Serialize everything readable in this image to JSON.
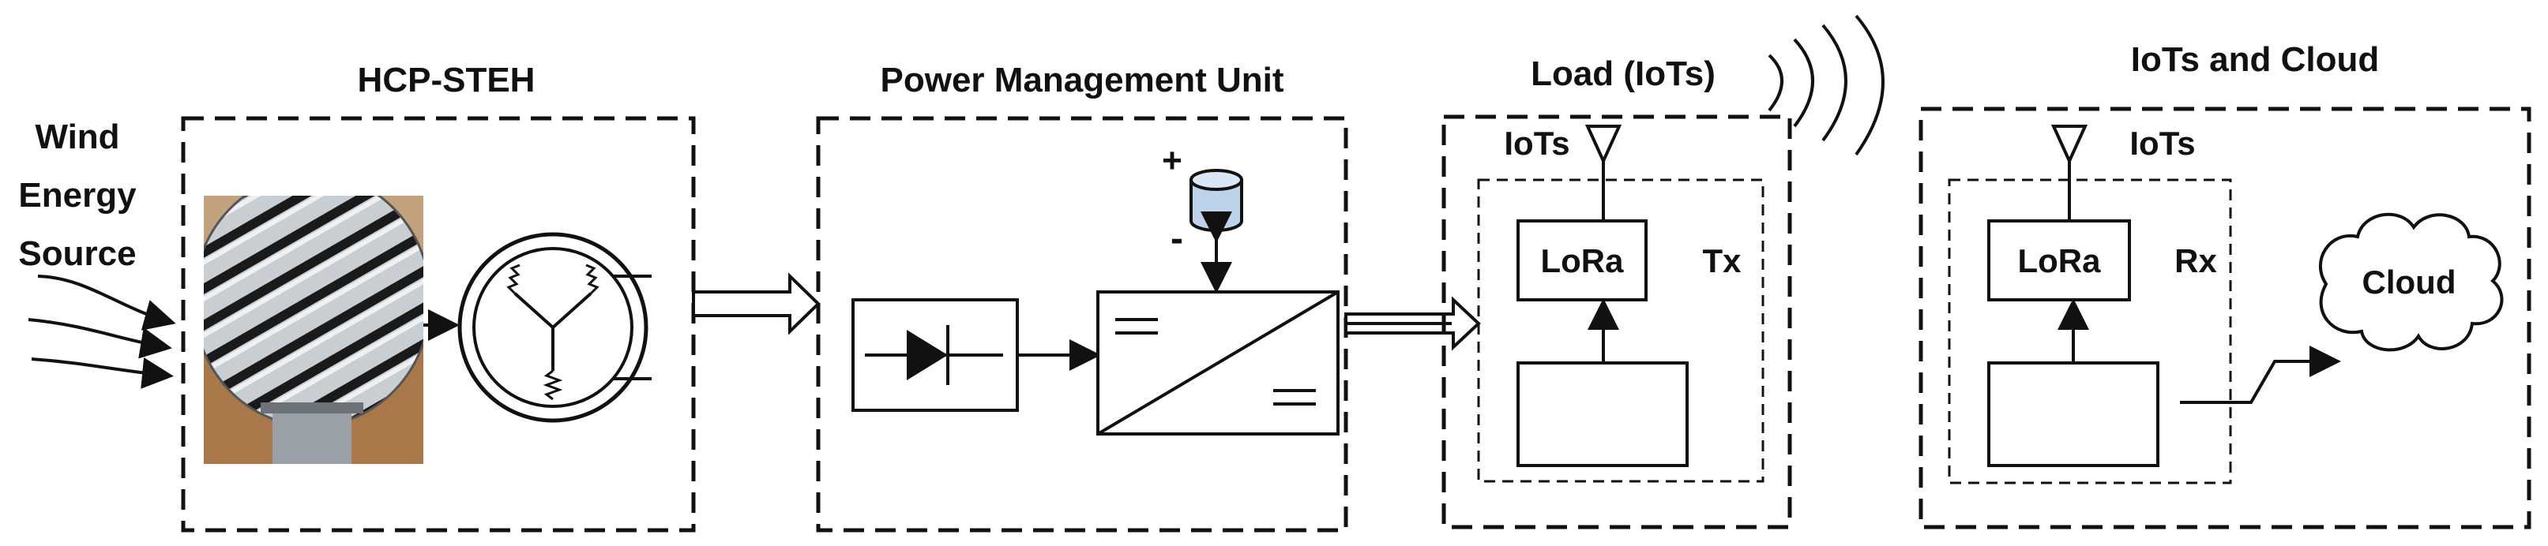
{
  "labels": {
    "wind_line1": "Wind",
    "wind_line2": "Energy",
    "wind_line3": "Source",
    "hcp_title": "HCP-STEH",
    "pmu_title": "Power Management Unit",
    "plus": "+",
    "minus": "-",
    "load_title": "Load (IoTs)",
    "load_iots": "IoTs",
    "load_lora": "LoRa",
    "load_tx": "Tx",
    "cloud_title": "IoTs and Cloud",
    "cloud_iots": "IoTs",
    "cloud_lora": "LoRa",
    "cloud_rx": "Rx",
    "cloud_label": "Cloud"
  },
  "colors": {
    "stroke": "#111111",
    "battery_fill": "#bdd3ea",
    "photo_metal": "#b9bec4",
    "photo_wood": "#a8784a"
  }
}
